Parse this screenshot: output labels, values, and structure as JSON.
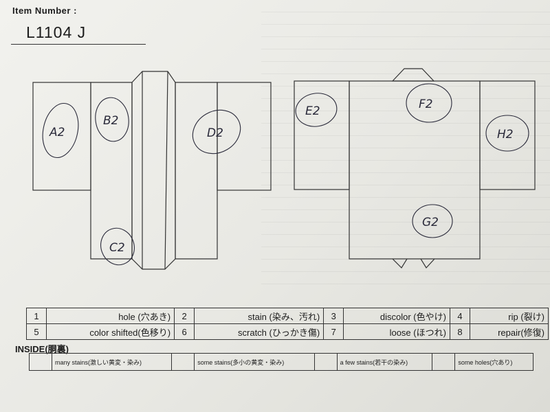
{
  "item": {
    "label": "Item Number :",
    "number": "L1104  J"
  },
  "diagram": {
    "front_marks": [
      "A2",
      "B2",
      "C2",
      "D2"
    ],
    "back_marks": [
      "E2",
      "F2",
      "G2",
      "H2"
    ]
  },
  "legend": [
    {
      "num": "1",
      "label": "hole (穴あき)"
    },
    {
      "num": "2",
      "label": "stain (染み、汚れ)"
    },
    {
      "num": "3",
      "label": "discolor (色やけ)"
    },
    {
      "num": "4",
      "label": "rip (裂け)"
    },
    {
      "num": "5",
      "label": "color shifted(色移り)"
    },
    {
      "num": "6",
      "label": "scratch (ひっかき傷)"
    },
    {
      "num": "7",
      "label": "loose (ほつれ)"
    },
    {
      "num": "8",
      "label": "repair(修復)"
    }
  ],
  "inside": {
    "title": "INSIDE(胴裏)",
    "items": [
      "many stains(激しい黄変・染み)",
      "some stains(多小の黄変・染み)",
      "a few stains(若干の染み)",
      "some holes(穴あり)"
    ]
  }
}
